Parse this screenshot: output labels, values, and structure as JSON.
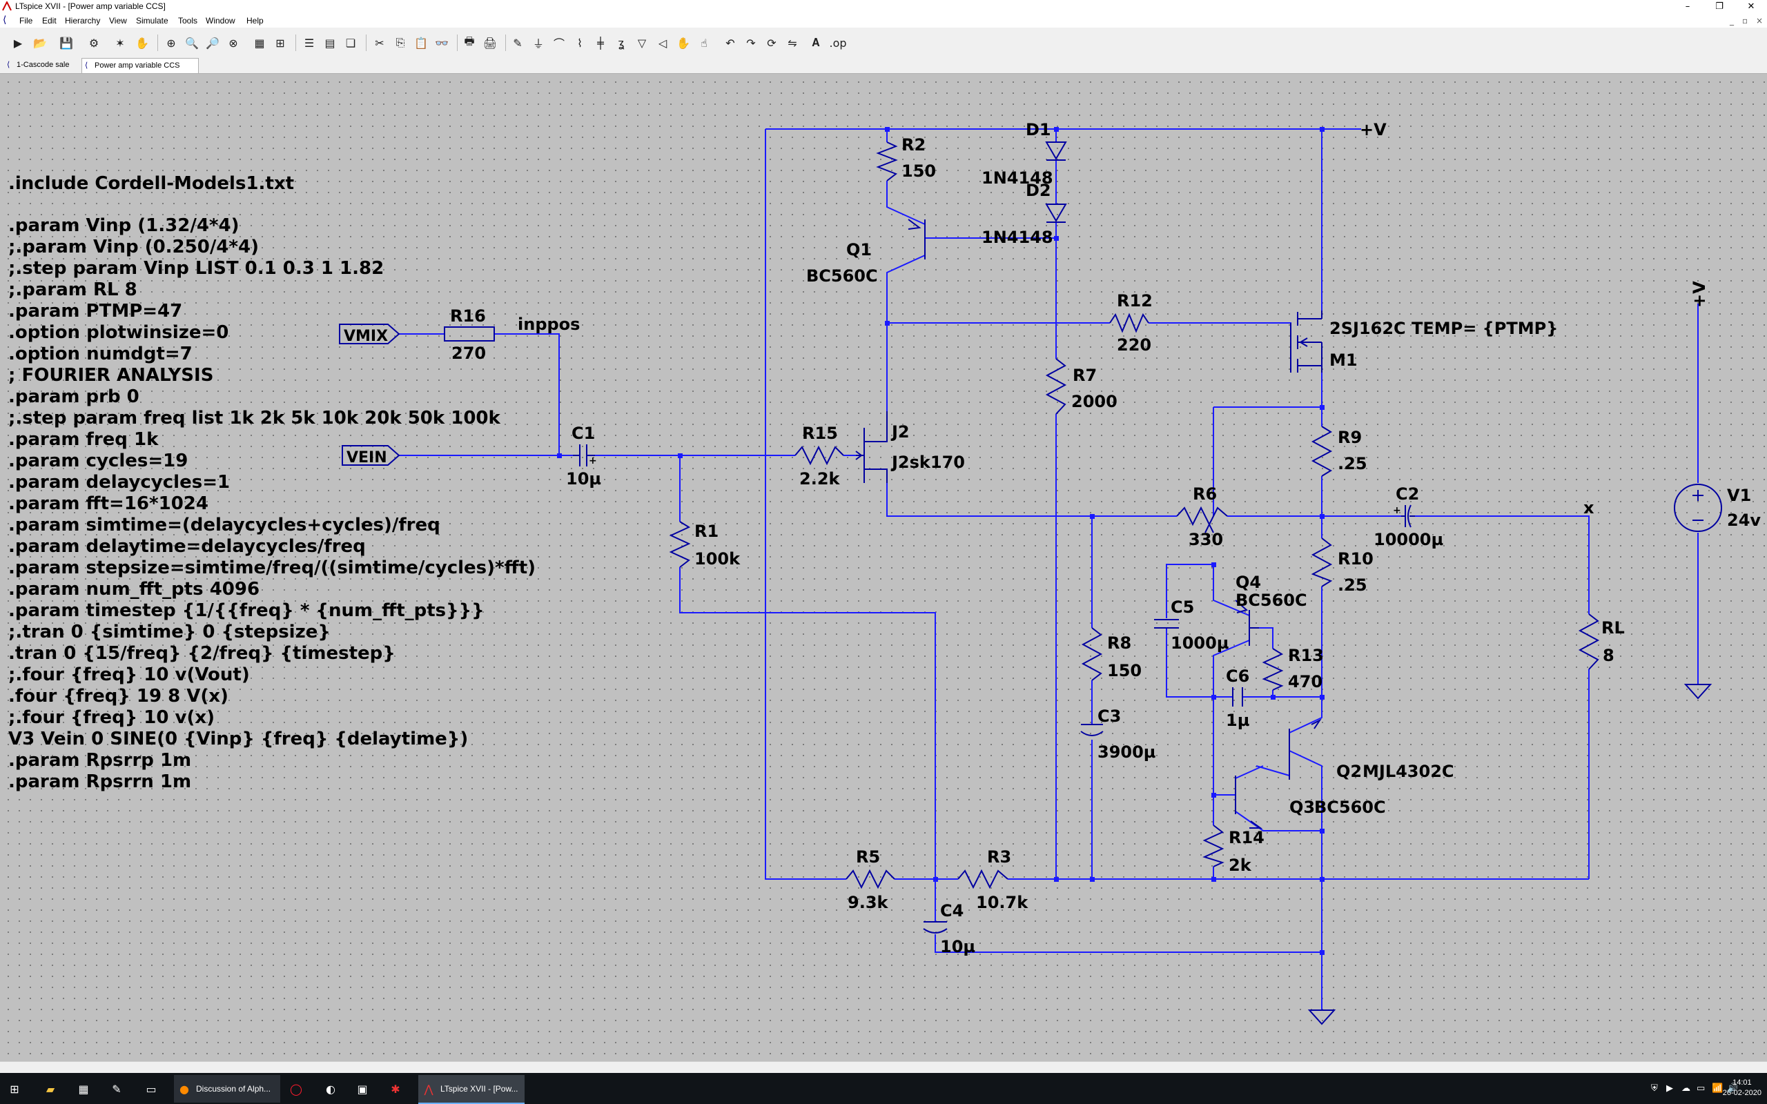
{
  "window": {
    "title": "LTspice XVII - [Power amp variable CCS]",
    "controls": {
      "minimize": "–",
      "restore": "❐",
      "close": "✕"
    }
  },
  "menu": [
    "File",
    "Edit",
    "Hierarchy",
    "View",
    "Simulate",
    "Tools",
    "Window",
    "Help"
  ],
  "tabs": [
    {
      "label": "1-Cascode sale",
      "active": false
    },
    {
      "label": "Power amp variable CCS",
      "active": true
    }
  ],
  "directives": [
    ".include Cordell-Models1.txt",
    "",
    ".param Vinp (1.32/4*4)",
    ";.param Vinp (0.250/4*4)",
    ";.step param Vinp LIST 0.1 0.3 1 1.82",
    ";.param RL 8",
    ".param PTMP=47",
    ".option plotwinsize=0",
    ".option numdgt=7",
    "; FOURIER ANALYSIS",
    ".param prb 0",
    ";.step param freq list 1k 2k 5k 10k 20k 50k 100k",
    ".param freq 1k",
    ".param cycles=19",
    ".param delaycycles=1",
    ".param fft=16*1024",
    ".param simtime=(delaycycles+cycles)/freq",
    ".param delaytime=delaycycles/freq",
    ".param stepsize=simtime/freq/((simtime/cycles)*fft)",
    ".param num_fft_pts 4096",
    ".param timestep {1/{{freq} * {num_fft_pts}}}",
    ";.tran 0 {simtime} 0 {stepsize}",
    ".tran 0 {15/freq} {2/freq} {timestep}",
    ";.four {freq} 10 v(Vout)",
    ".four {freq} 19 8 V(x)",
    ";.four {freq} 10 v(x)",
    "V3 Vein 0 SINE(0 {Vinp} {freq} {delaytime})",
    ".param Rpsrrp 1m",
    ".param Rpsrrn 1m"
  ],
  "schematic": {
    "ports": {
      "vmix": "VMIX",
      "vein": "VEIN"
    },
    "nets": {
      "inppos": "inppos",
      "vplus": "+V",
      "x": "x"
    },
    "components": {
      "R16": {
        "name": "R16",
        "value": "270"
      },
      "C1": {
        "name": "C1",
        "value": "10µ"
      },
      "R1": {
        "name": "R1",
        "value": "100k"
      },
      "R15": {
        "name": "R15",
        "value": "2.2k"
      },
      "J2": {
        "name": "J2",
        "value": "J2sk170"
      },
      "R2": {
        "name": "R2",
        "value": "150"
      },
      "Q1": {
        "name": "Q1",
        "value": "BC560C"
      },
      "D1": {
        "name": "D1",
        "value": "1N4148"
      },
      "D2": {
        "name": "D2",
        "value": "1N4148"
      },
      "R7": {
        "name": "R7",
        "value": "2000"
      },
      "R12": {
        "name": "R12",
        "value": "220"
      },
      "M1": {
        "name": "M1",
        "value": "2SJ162C TEMP= {PTMP}"
      },
      "R9": {
        "name": "R9",
        "value": ".25"
      },
      "R10": {
        "name": "R10",
        "value": ".25"
      },
      "R6": {
        "name": "R6",
        "value": "330"
      },
      "C2": {
        "name": "C2",
        "value": "10000µ"
      },
      "Q4": {
        "name": "Q4",
        "value": "BC560C"
      },
      "C5": {
        "name": "C5",
        "value": "1000µ"
      },
      "R13": {
        "name": "R13",
        "value": "470"
      },
      "C6": {
        "name": "C6",
        "value": "1µ"
      },
      "R8": {
        "name": "R8",
        "value": "150"
      },
      "C3": {
        "name": "C3",
        "value": "3900µ"
      },
      "Q2": {
        "name": "Q2",
        "value": "MJL4302C"
      },
      "Q3": {
        "name": "Q3",
        "value": "BC560C"
      },
      "R14": {
        "name": "R14",
        "value": "2k"
      },
      "R5": {
        "name": "R5",
        "value": "9.3k"
      },
      "R3": {
        "name": "R3",
        "value": "10.7k"
      },
      "C4": {
        "name": "C4",
        "value": "10µ"
      },
      "RL": {
        "name": "RL",
        "value": "8"
      },
      "V1": {
        "name": "V1",
        "value": "24v"
      }
    }
  },
  "taskbar": {
    "items": [
      {
        "label": "Discussion of Alph...",
        "icon": "firefox-icon"
      },
      {
        "label": "LTspice XVII - [Pow...",
        "icon": "ltspice-icon"
      }
    ],
    "time": "14:01",
    "date": "26-02-2020"
  }
}
